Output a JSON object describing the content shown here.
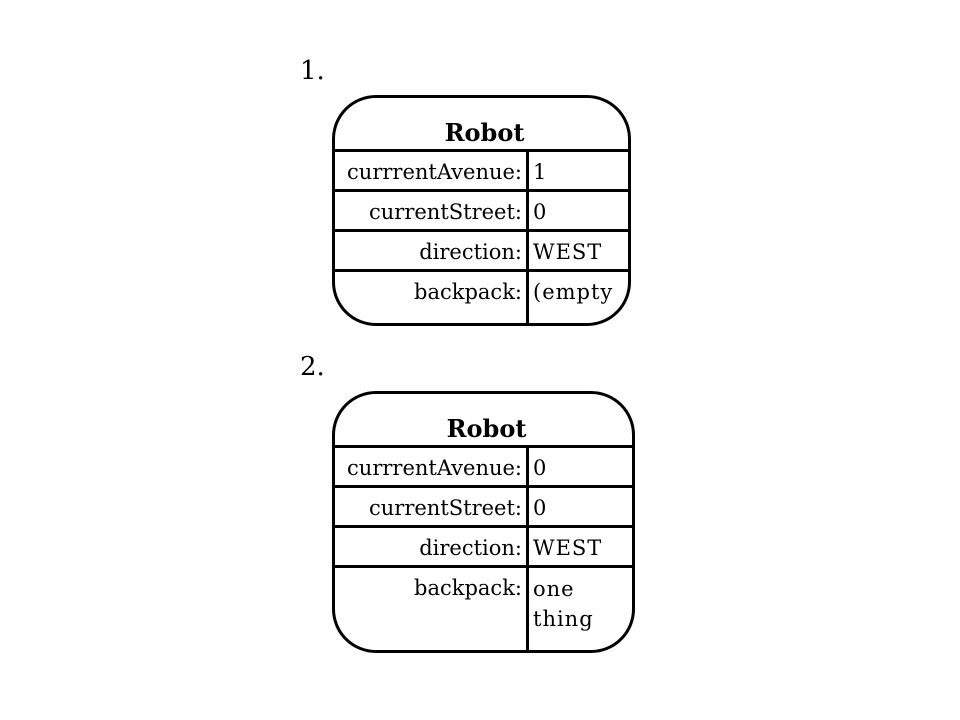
{
  "diagrams": [
    {
      "label": "1.",
      "title": "Robot",
      "fields": [
        {
          "name": "currrentAvenue:",
          "value": "1"
        },
        {
          "name": "currentStreet:",
          "value": "0"
        },
        {
          "name": "direction:",
          "value": "WEST"
        },
        {
          "name": "backpack:",
          "value": "(empty"
        }
      ]
    },
    {
      "label": "2.",
      "title": "Robot",
      "fields": [
        {
          "name": "currrentAvenue:",
          "value": "0"
        },
        {
          "name": "currentStreet:",
          "value": "0"
        },
        {
          "name": "direction:",
          "value": "WEST"
        },
        {
          "name": "backpack:",
          "value": "one thing"
        }
      ]
    }
  ]
}
